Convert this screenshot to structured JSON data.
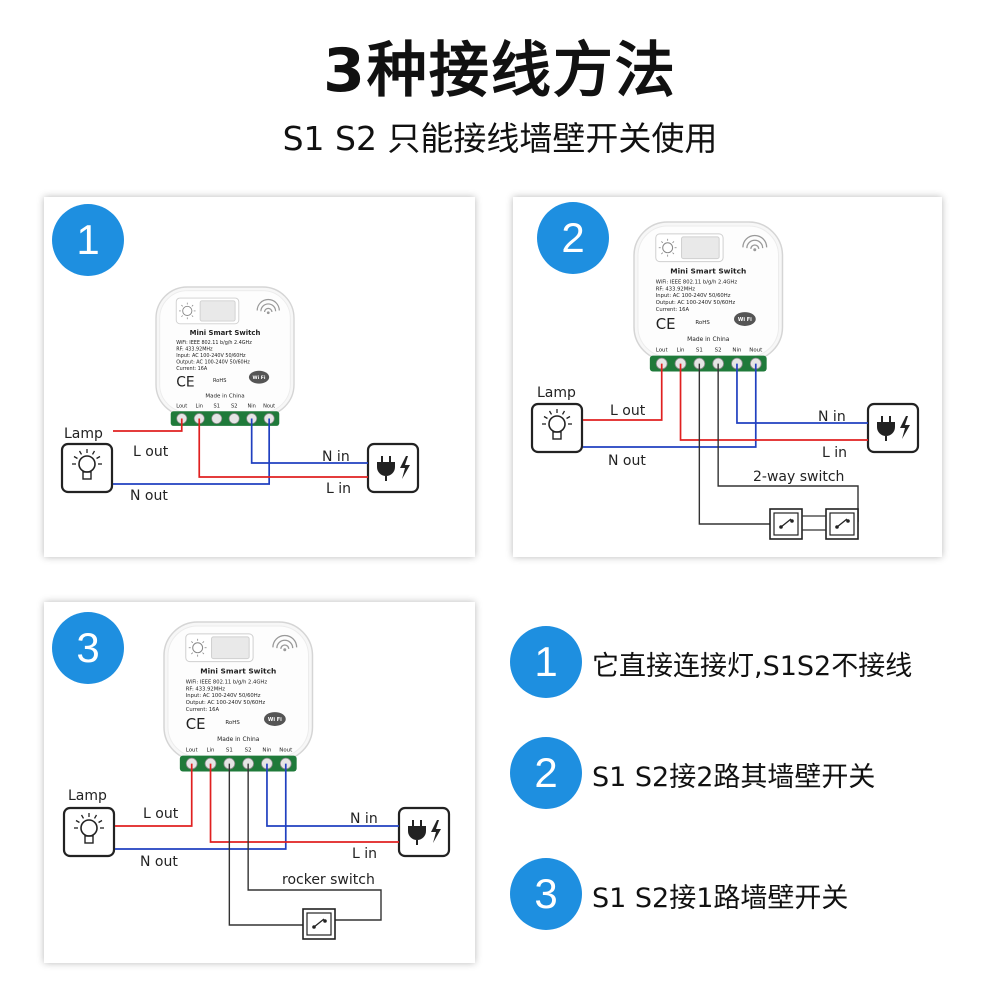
{
  "header": {
    "title": "3种接线方法",
    "subtitle": "S1 S2 只能接线墙壁开关使用"
  },
  "colors": {
    "badge_blue": "#1e8fe0",
    "live_wire": "#e02020",
    "neutral_wire": "#2040c0",
    "switch_wire": "#333333",
    "terminal_green": "#1f7a3a"
  },
  "device": {
    "name": "Mini Smart Switch",
    "spec_lines": [
      "WiFi: IEEE 802.11 b/g/h  2.4GHz",
      "RF: 433.92MHz",
      "Input:  AC 100-240V  50/60Hz",
      "Output:  AC 100-240V  50/60Hz",
      "Current:  16A"
    ],
    "ce_mark": "CE",
    "rohs": "RoHS",
    "wifi_logo": "Wi Fi",
    "made_in": "Made in China",
    "terminals": [
      "Lout",
      "Lin",
      "S1",
      "S2",
      "Nin",
      "Nout"
    ]
  },
  "labels": {
    "lamp": "Lamp",
    "l_out": "L out",
    "n_out": "N out",
    "n_in": "N in",
    "l_in": "L in",
    "two_way_switch": "2-way switch",
    "rocker_switch": "rocker switch"
  },
  "panels": [
    {
      "number": "1"
    },
    {
      "number": "2"
    },
    {
      "number": "3"
    }
  ],
  "legend": [
    {
      "number": "1",
      "text": "它直接连接灯,S1S2不接线"
    },
    {
      "number": "2",
      "text": "S1 S2接2路其墙壁开关"
    },
    {
      "number": "3",
      "text": "S1 S2接1路墙壁开关"
    }
  ]
}
